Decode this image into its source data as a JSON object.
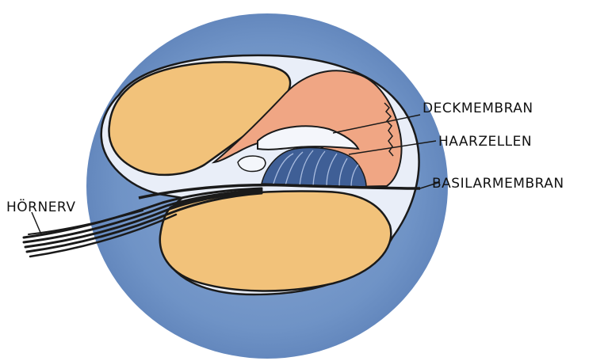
{
  "labels": {
    "deckmembran": "DECKMEMBRAN",
    "haarzellen": "HAARZELLEN",
    "basilarmembran": "BASILARMEMBRAN",
    "hoernerv": "HÖRNERV"
  },
  "colors": {
    "fluid_blue": "#6f93c6",
    "bone_orange": "#f2c27a",
    "tectorial_salmon": "#f0a684",
    "hair_cell_blue": "#3f5f96",
    "membrane_pale": "#e9eef8",
    "outline": "#1a1a1a"
  }
}
